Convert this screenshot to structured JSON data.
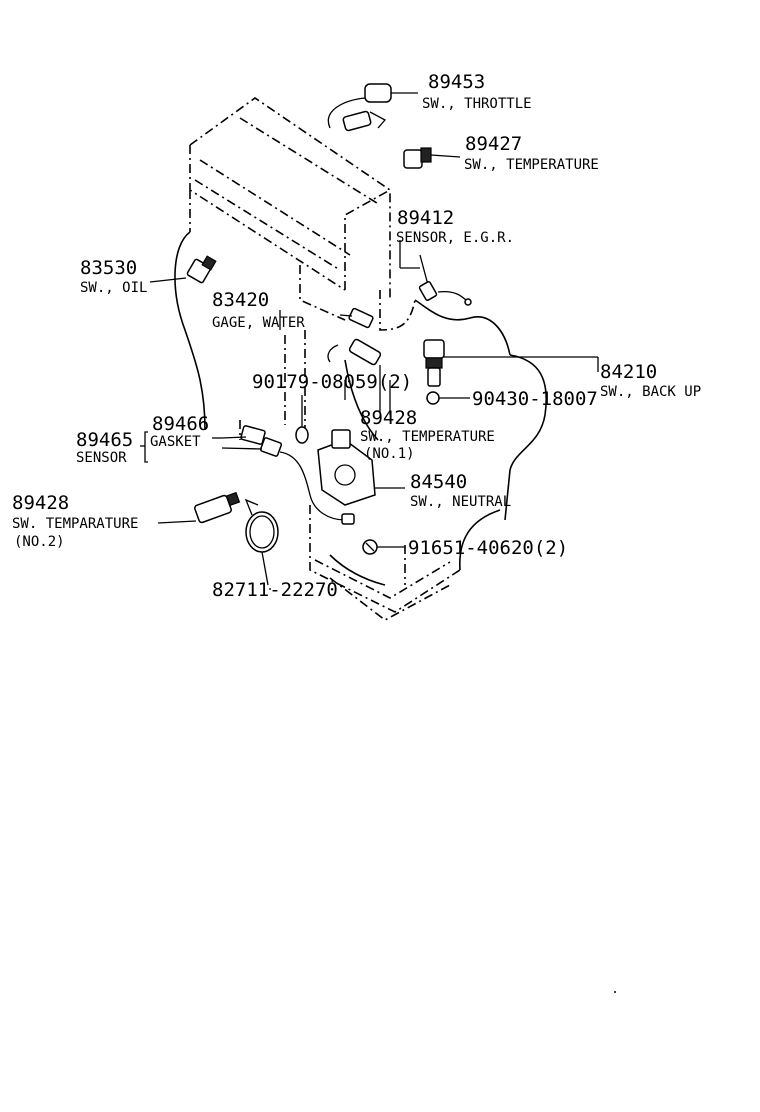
{
  "parts": {
    "sw_throttle": {
      "number": "89453",
      "desc1": "SW., THROTTLE"
    },
    "sw_temperature": {
      "number": "89427",
      "desc1": "SW., TEMPERATURE"
    },
    "sensor_egr": {
      "number": "89412",
      "desc1": "SENSOR, E.G.R."
    },
    "sw_oil": {
      "number": "83530",
      "desc1": "SW., OIL"
    },
    "gage_water": {
      "number": "83420",
      "desc1": "GAGE, WATER"
    },
    "gasket_9017908059": {
      "number": "90179-08059(2)"
    },
    "sw_back_up": {
      "number": "84210",
      "desc1": "SW., BACK UP"
    },
    "gasket_9043018007": {
      "number": "90430-18007"
    },
    "gasket_89466": {
      "number": "89466",
      "desc1": "GASKET"
    },
    "sensor_89465": {
      "number": "89465",
      "desc1": "SENSOR"
    },
    "sw_temp_no1": {
      "number": "89428",
      "desc1": "SW., TEMPERATURE",
      "desc2": "(NO.1)"
    },
    "sw_neutral": {
      "number": "84540",
      "desc1": "SW., NEUTRAL"
    },
    "sw_temp_no2": {
      "number": "89428",
      "desc1": "SW. TEMPARATURE",
      "desc2": "(NO.2)"
    },
    "nut_9165140620": {
      "number": "91651-40620(2)"
    },
    "clamp_8271122270": {
      "number": "82711-22270"
    }
  }
}
